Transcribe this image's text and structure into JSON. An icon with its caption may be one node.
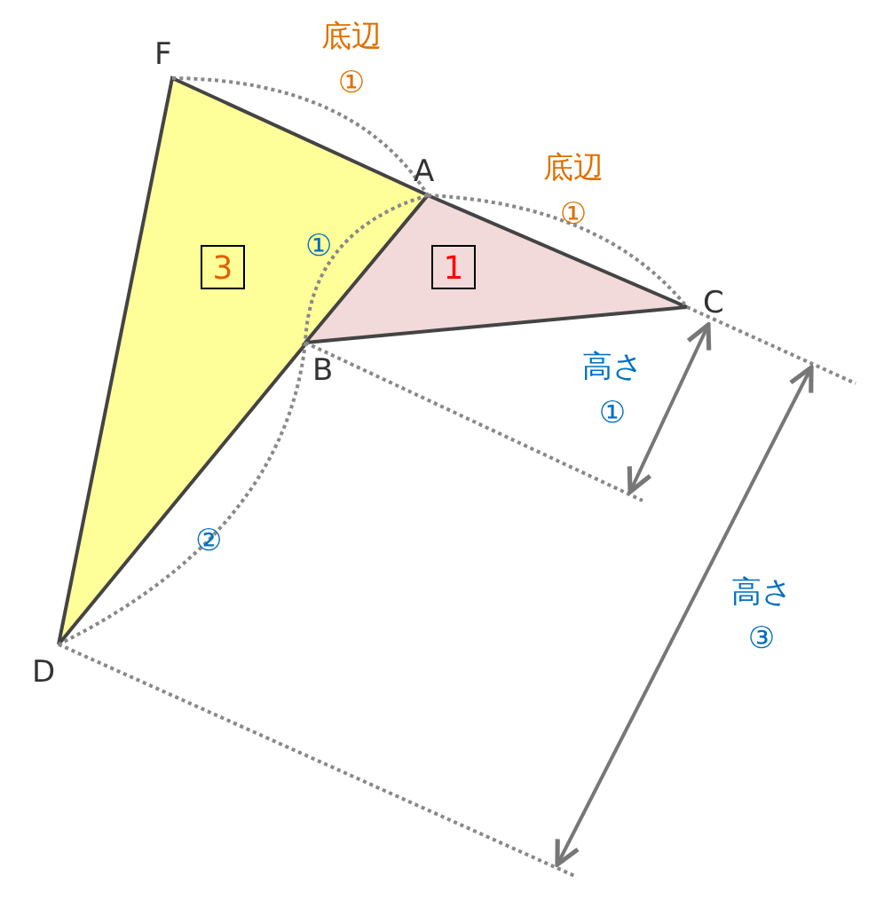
{
  "diagram": {
    "nodes": [
      {
        "text": [
          "3"
        ]
      },
      {
        "text": [
          "1"
        ]
      }
    ],
    "labels": [
      "F",
      "底辺 ①",
      "A",
      "底辺 ①",
      "①",
      "C",
      "B",
      "高さ ①",
      "②",
      "高さ ③",
      "D"
    ]
  }
}
